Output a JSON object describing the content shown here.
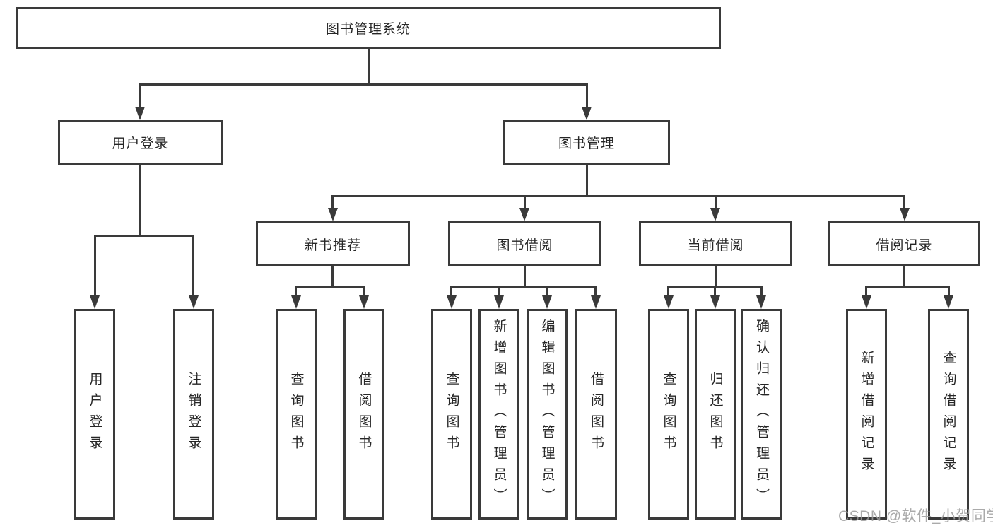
{
  "root_label": "图书管理系统",
  "level2": [
    {
      "label": "用户登录",
      "leaves": [
        "用户登录",
        "注销登录"
      ]
    },
    {
      "label": "图书管理"
    }
  ],
  "level3": [
    {
      "label": "新书推荐",
      "leaves": [
        "查询图书",
        "借阅图书"
      ]
    },
    {
      "label": "图书借阅",
      "leaves": [
        "查询图书",
        "新增图书（管理员）",
        "编辑图书（管理员）",
        "借阅图书"
      ]
    },
    {
      "label": "当前借阅",
      "leaves": [
        "查询图书",
        "归还图书",
        "确认归还（管理员）"
      ]
    },
    {
      "label": "借阅记录",
      "leaves": [
        "新增借阅记录",
        "查询借阅记录"
      ]
    }
  ],
  "watermark": "CSDN @软件_小贺同学",
  "colors": {
    "line": "#3a3a3a",
    "text": "#262626",
    "watermark": "#9b9b9b",
    "background": "#ffffff"
  }
}
